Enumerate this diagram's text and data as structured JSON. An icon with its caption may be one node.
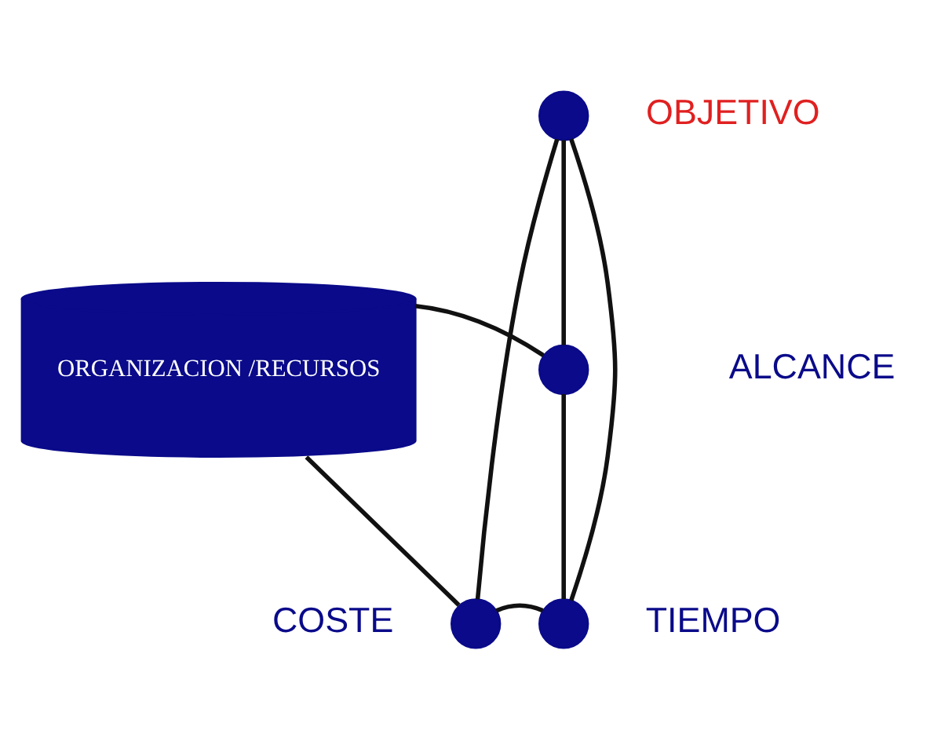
{
  "diagram": {
    "nodes": [
      {
        "text": [],
        "shape": "circle",
        "beside": [
          "OBJETIVO"
        ]
      },
      {
        "text": [
          "ORGANIZACION /RECURSOS"
        ]
      },
      {
        "text": [],
        "shape": "circle",
        "beside": [
          "ALCANCE"
        ]
      },
      {
        "text": [],
        "shape": "circle",
        "beside": [
          "COSTE"
        ]
      },
      {
        "text": [],
        "shape": "circle",
        "beside": [
          "TIEMPO"
        ]
      }
    ],
    "edges": [
      {
        "from": 0,
        "to": 3,
        "arrow": "none"
      },
      {
        "from": 0,
        "to": 2,
        "arrow": "none"
      },
      {
        "from": 0,
        "to": 4,
        "arrow": "none"
      },
      {
        "from": 3,
        "to": 4,
        "arrow": "none"
      },
      {
        "from": 2,
        "to": 4,
        "arrow": "none"
      },
      {
        "from": 3,
        "to": 1,
        "arrow": "none"
      },
      {
        "from": 1,
        "to": 2,
        "arrow": "none"
      }
    ]
  }
}
